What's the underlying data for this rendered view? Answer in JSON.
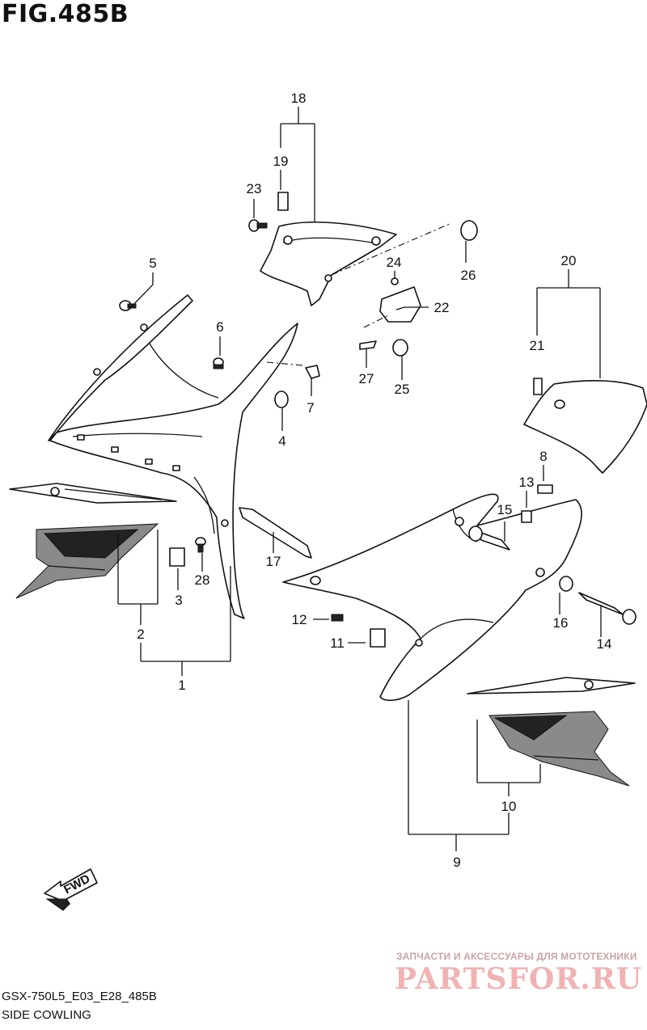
{
  "figure": {
    "title": "FIG.485B",
    "model_code": "GSX-750L5_E03_E28_485B",
    "section_name": "SIDE COWLING"
  },
  "direction_marker": "FWD",
  "callouts": [
    {
      "id": "c1",
      "number": "1"
    },
    {
      "id": "c2",
      "number": "2"
    },
    {
      "id": "c3",
      "number": "3"
    },
    {
      "id": "c4",
      "number": "4"
    },
    {
      "id": "c5",
      "number": "5"
    },
    {
      "id": "c6",
      "number": "6"
    },
    {
      "id": "c7",
      "number": "7"
    },
    {
      "id": "c8",
      "number": "8"
    },
    {
      "id": "c9",
      "number": "9"
    },
    {
      "id": "c10",
      "number": "10"
    },
    {
      "id": "c11",
      "number": "11"
    },
    {
      "id": "c12",
      "number": "12"
    },
    {
      "id": "c13",
      "number": "13"
    },
    {
      "id": "c14",
      "number": "14"
    },
    {
      "id": "c15",
      "number": "15"
    },
    {
      "id": "c16",
      "number": "16"
    },
    {
      "id": "c17",
      "number": "17"
    },
    {
      "id": "c18",
      "number": "18"
    },
    {
      "id": "c19",
      "number": "19"
    },
    {
      "id": "c20",
      "number": "20"
    },
    {
      "id": "c21",
      "number": "21"
    },
    {
      "id": "c22",
      "number": "22"
    },
    {
      "id": "c23",
      "number": "23"
    },
    {
      "id": "c24",
      "number": "24"
    },
    {
      "id": "c25",
      "number": "25"
    },
    {
      "id": "c26",
      "number": "26"
    },
    {
      "id": "c27",
      "number": "27"
    },
    {
      "id": "c28",
      "number": "28"
    }
  ],
  "watermark": {
    "tagline": "ЗАПЧАСТИ И АКСЕССУАРЫ ДЛЯ МОТОТЕХНИКИ",
    "logo": "PARTSFOR.RU"
  }
}
